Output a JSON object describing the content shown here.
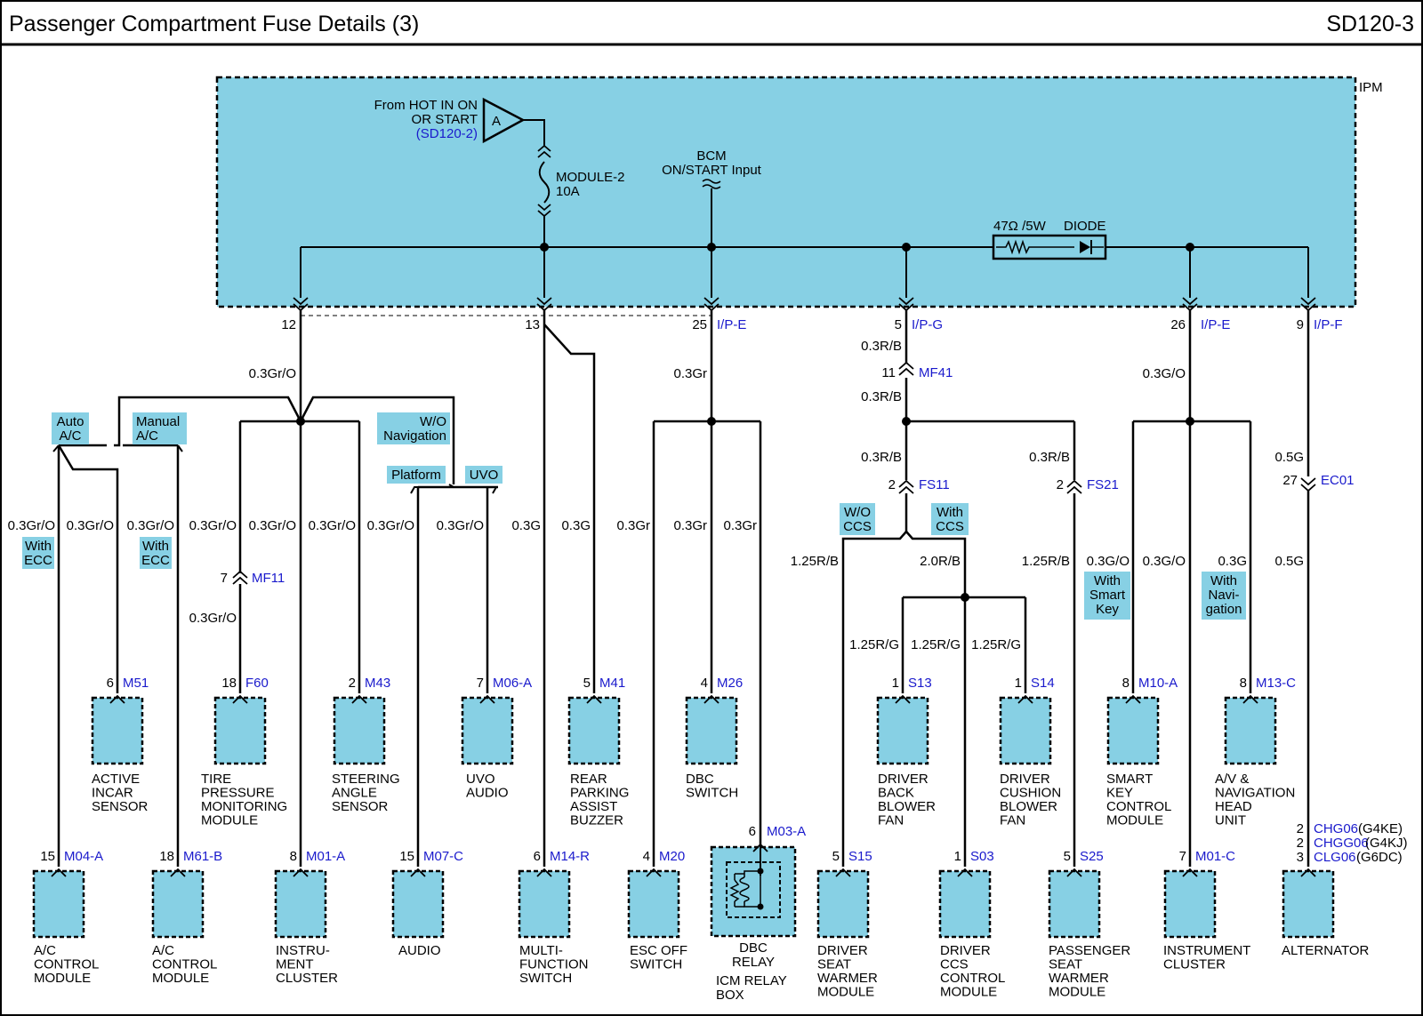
{
  "header": {
    "title": "Passenger Compartment Fuse Details (3)",
    "code": "SD120-3"
  },
  "ipm": {
    "label": "IPM"
  },
  "source": {
    "line1": "From HOT IN ON",
    "line2": "OR START",
    "ref": "(SD120-2)",
    "connector": "A"
  },
  "fuse": {
    "name": "MODULE-2",
    "rating": "10A"
  },
  "bcm": {
    "line1": "BCM",
    "line2": "ON/START Input"
  },
  "resistor": {
    "label": "47Ω /5W",
    "diode": "DIODE"
  },
  "pins": [
    {
      "num": "12",
      "conn": ""
    },
    {
      "num": "13",
      "conn": ""
    },
    {
      "num": "25",
      "conn": "I/P-E"
    },
    {
      "num": "5",
      "conn": "I/P-G"
    },
    {
      "num": "26",
      "conn": "I/P-E"
    },
    {
      "num": "9",
      "conn": "I/P-F"
    }
  ],
  "tags": {
    "auto_ac": [
      "Auto",
      "A/C"
    ],
    "manual_ac": [
      "Manual",
      "A/C"
    ],
    "wo_nav": [
      "W/O",
      "Navigation"
    ],
    "platform": [
      "Platform"
    ],
    "uvo": [
      "UVO"
    ],
    "with_ecc_1": [
      "With",
      "ECC"
    ],
    "with_ecc_2": [
      "With",
      "ECC"
    ],
    "wo_ccs": [
      "W/O",
      "CCS"
    ],
    "with_ccs": [
      "With",
      "CCS"
    ],
    "smart_key": [
      "With",
      "Smart",
      "Key"
    ],
    "navigation": [
      "With",
      "Navi-",
      "gation"
    ]
  },
  "wires": {
    "w_03gro": "0.3Gr/O",
    "w_03g": "0.3G",
    "w_03gr": "0.3Gr",
    "w_03rb": "0.3R/B",
    "w_125rb": "1.25R/B",
    "w_20rb": "2.0R/B",
    "w_125rg": "1.25R/G",
    "w_03go": "0.3G/O",
    "w_05g": "0.5G"
  },
  "inline_connectors": {
    "mf41": {
      "pin": "11",
      "name": "MF41"
    },
    "fs11": {
      "pin": "2",
      "name": "FS11"
    },
    "fs21": {
      "pin": "2",
      "name": "FS21"
    },
    "ec01": {
      "pin": "27",
      "name": "EC01"
    },
    "mf11": {
      "pin": "7",
      "name": "MF11"
    }
  },
  "components_row1": [
    {
      "pin": "6",
      "conn": "M51",
      "label": [
        "ACTIVE",
        "INCAR",
        "SENSOR"
      ]
    },
    {
      "pin": "18",
      "conn": "F60",
      "label": [
        "TIRE",
        "PRESSURE",
        "MONITORING",
        "MODULE"
      ]
    },
    {
      "pin": "2",
      "conn": "M43",
      "label": [
        "STEERING",
        "ANGLE",
        "SENSOR"
      ]
    },
    {
      "pin": "7",
      "conn": "M06-A",
      "label": [
        "UVO",
        "AUDIO"
      ]
    },
    {
      "pin": "5",
      "conn": "M41",
      "label": [
        "REAR",
        "PARKING",
        "ASSIST",
        "BUZZER"
      ]
    },
    {
      "pin": "4",
      "conn": "M26",
      "label": [
        "DBC",
        "SWITCH"
      ]
    },
    {
      "pin": "1",
      "conn": "S13",
      "label": [
        "DRIVER",
        "BACK",
        "BLOWER",
        "FAN"
      ]
    },
    {
      "pin": "1",
      "conn": "S14",
      "label": [
        "DRIVER",
        "CUSHION",
        "BLOWER",
        "FAN"
      ]
    },
    {
      "pin": "8",
      "conn": "M10-A",
      "label": [
        "SMART",
        "KEY",
        "CONTROL",
        "MODULE"
      ]
    },
    {
      "pin": "8",
      "conn": "M13-C",
      "label": [
        "A/V &",
        "NAVIGATION",
        "HEAD",
        "UNIT"
      ]
    }
  ],
  "components_row2": [
    {
      "pin": "15",
      "conn": "M04-A",
      "label": [
        "A/C",
        "CONTROL",
        "MODULE"
      ]
    },
    {
      "pin": "18",
      "conn": "M61-B",
      "label": [
        "A/C",
        "CONTROL",
        "MODULE"
      ]
    },
    {
      "pin": "8",
      "conn": "M01-A",
      "label": [
        "INSTRU-",
        "MENT",
        "CLUSTER"
      ]
    },
    {
      "pin": "15",
      "conn": "M07-C",
      "label": [
        "AUDIO"
      ]
    },
    {
      "pin": "6",
      "conn": "M14-R",
      "label": [
        "MULTI-",
        "FUNCTION",
        "SWITCH"
      ]
    },
    {
      "pin": "4",
      "conn": "M20",
      "label": [
        "ESC OFF",
        "SWITCH"
      ]
    },
    {
      "pin": "5",
      "conn": "S15",
      "label": [
        "DRIVER",
        "SEAT",
        "WARMER",
        "MODULE"
      ]
    },
    {
      "pin": "1",
      "conn": "S03",
      "label": [
        "DRIVER",
        "CCS",
        "CONTROL",
        "MODULE"
      ]
    },
    {
      "pin": "5",
      "conn": "S25",
      "label": [
        "PASSENGER",
        "SEAT",
        "WARMER",
        "MODULE"
      ]
    },
    {
      "pin": "7",
      "conn": "M01-C",
      "label": [
        "INSTRUMENT",
        "CLUSTER"
      ]
    },
    {
      "pin": "",
      "conn": "",
      "label": [
        "ALTERNATOR"
      ]
    }
  ],
  "relay": {
    "pin": "6",
    "conn": "M03-A",
    "inner": [
      "DBC",
      "RELAY"
    ],
    "box": [
      "ICM RELAY",
      "BOX"
    ]
  },
  "alternator_variants": [
    {
      "pin": "2",
      "conn": "CHG06",
      "engine": "(G4KE)"
    },
    {
      "pin": "2",
      "conn": "CHGG06",
      "engine": "(G4KJ)"
    },
    {
      "pin": "3",
      "conn": "CLG06",
      "engine": "(G6DC)"
    }
  ],
  "colors": {
    "ipm_fill": "#87d0e4",
    "box_fill": "#87d0e4",
    "tag_fill": "#87d0e4",
    "ref_text": "#1a1acc",
    "wire": "#000000"
  }
}
